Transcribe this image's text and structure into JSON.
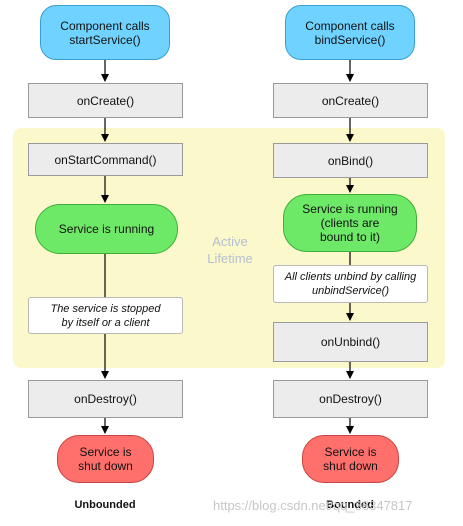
{
  "active_lifetime_label": "Active\nLifetime",
  "unbounded": {
    "start": "Component calls\nstartService()",
    "on_create": "onCreate()",
    "on_start_command": "onStartCommand()",
    "running": "Service is running",
    "stopped_note": "The service is stopped\nby itself or a client",
    "on_destroy": "onDestroy()",
    "shut_down": "Service is\nshut down",
    "caption": "Unbounded"
  },
  "bounded": {
    "start": "Component calls\nbindService()",
    "on_create": "onCreate()",
    "on_bind": "onBind()",
    "running": "Service is running\n(clients are\nbound to it)",
    "unbind_note": "All clients unbind by calling\nunbindService()",
    "on_unbind": "onUnbind()",
    "on_destroy": "onDestroy()",
    "shut_down": "Service is\nshut down",
    "caption": "Bounded"
  },
  "watermark": "https://blog.csdn.net/qq_36347817",
  "colors": {
    "start_pill": "#6fd2ff",
    "running_pill": "#6ee867",
    "shutdown_pill": "#ff6f6b",
    "active_region": "#fbf8cc",
    "method_box": "#ececec"
  }
}
